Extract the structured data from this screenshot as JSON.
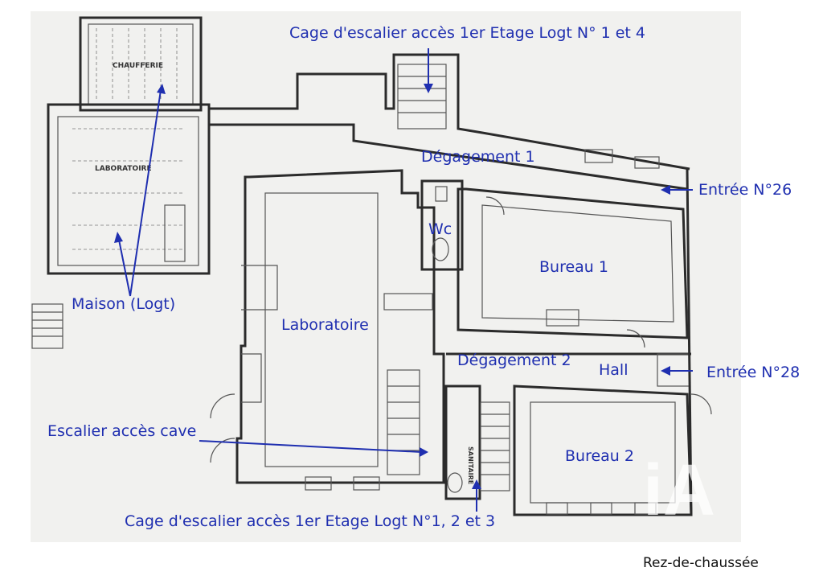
{
  "plan_labels": {
    "cage_escalier_haut": "Cage d'escalier accès 1er Etage Logt N° 1 et 4",
    "degagement_1": "Dégagement 1",
    "entree_26": "Entrée N°26",
    "wc": "Wc",
    "bureau_1": "Bureau 1",
    "maison": "Maison (Logt)",
    "laboratoire": "Laboratoire",
    "degagement_2": "Dégagement 2",
    "hall": "Hall",
    "entree_28": "Entrée N°28",
    "escalier_cave": "Escalier accès cave",
    "bureau_2": "Bureau 2",
    "cage_escalier_bas": "Cage d'escalier accès 1er Etage Logt N°1, 2 et 3"
  },
  "plan_room_tags": {
    "chaufferie": "CHAUFFERIE",
    "laboratoire_tag": "LABORATOIRE",
    "sanitaire": "SANITAIRE"
  },
  "watermark": "iA",
  "caption": "Rez-de-chaussée",
  "colors": {
    "annotation": "#1f2fb0",
    "wall": "#2b2b2b",
    "sheet": "#f1f1ef"
  }
}
